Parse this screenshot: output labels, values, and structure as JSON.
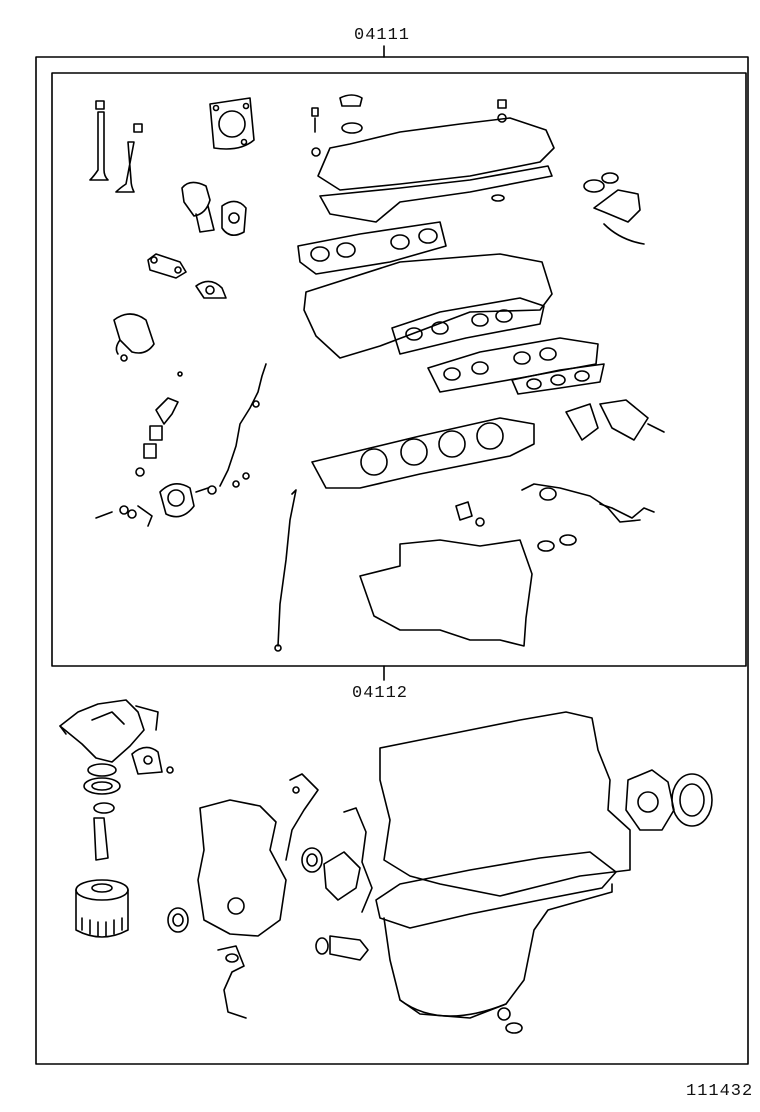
{
  "diagram": {
    "labels": {
      "upper_kit": "04111",
      "lower_kit": "04112",
      "figure_number": "111432"
    },
    "line_color": "#000000",
    "background": "#ffffff"
  }
}
